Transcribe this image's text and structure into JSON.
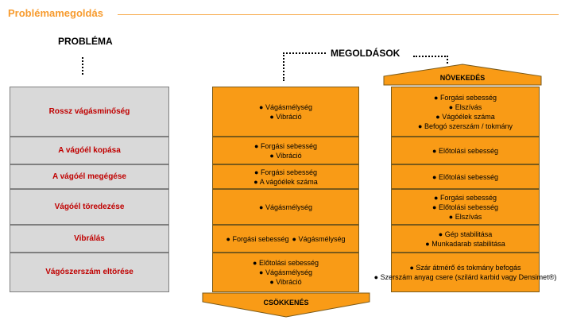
{
  "header": {
    "title": "Problémamegoldás"
  },
  "problems": {
    "heading": "PROBLÉMA",
    "rows": [
      "Rossz vágásminőség",
      "A vágóél kopása",
      "A vágóél megégése",
      "Vágóél töredezése",
      "Vibrálás",
      "Vágószerszám eltörése"
    ]
  },
  "solutions": {
    "heading": "MEGOLDÁSOK",
    "decrease": {
      "label": "CSÖKKENÉS",
      "rows": [
        [
          [
            "Vágásmélység"
          ],
          [
            "Vibráció"
          ]
        ],
        [
          [
            "Forgási sebesség"
          ],
          [
            "Vibráció"
          ]
        ],
        [
          [
            "Forgási sebesség"
          ],
          [
            "A vágóélek száma"
          ]
        ],
        [
          [
            "Vágásmélység"
          ]
        ],
        [
          [
            "Forgási sebesség",
            "Vágásmélység"
          ]
        ],
        [
          [
            "Előtolási sebesség"
          ],
          [
            "Vágásmélység"
          ],
          [
            "Vibráció"
          ]
        ]
      ]
    },
    "increase": {
      "label": "NÖVEKEDÉS",
      "rows": [
        [
          [
            "Forgási sebesség"
          ],
          [
            "Elszívás"
          ],
          [
            "Vágóélek száma"
          ],
          [
            "Befogó szerszám / tokmány"
          ]
        ],
        [
          [
            "Előtolási sebesség"
          ]
        ],
        [
          [
            "Előtolási sebesség"
          ]
        ],
        [
          [
            "Forgási sebesség"
          ],
          [
            "Előtolási sebesség"
          ],
          [
            "Elszívás"
          ]
        ],
        [
          [
            "Gép stabilitása"
          ],
          [
            "Munkadarab stabilitása"
          ]
        ],
        [
          [
            "Szár átmérő és tokmány befogás"
          ],
          [
            "Szerszám anyag csere (szilárd karbid vagy Densimet®)"
          ]
        ]
      ]
    }
  },
  "colors": {
    "accent": "#f79b2e",
    "cell_fill": "#f99b16",
    "problem_fill": "#d9d9d9",
    "problem_text": "#c00000"
  }
}
